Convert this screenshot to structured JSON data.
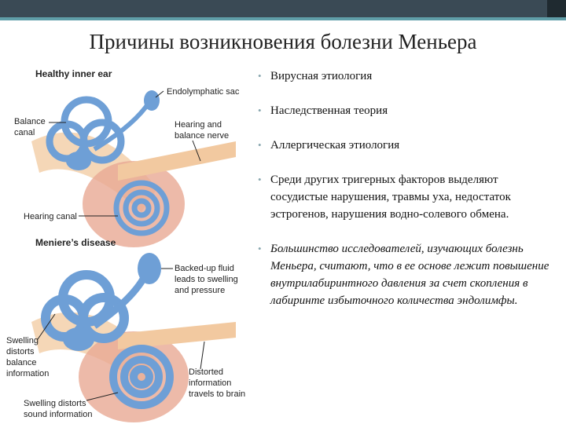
{
  "colors": {
    "topbar": "#3a4a55",
    "accent": "#5f9ea8",
    "bone": "#f2c9a0",
    "duct": "#6e9fd6",
    "cochlea_bg": "#e8a993"
  },
  "slide": {
    "title": "Причины возникновения болезни Меньера"
  },
  "figure": {
    "healthy_heading": "Healthy inner ear",
    "endolymphatic": "Endolymphatic sac",
    "balance_canal": [
      "Balance",
      "canal"
    ],
    "hearing_nerve": [
      "Hearing and",
      "balance nerve"
    ],
    "hearing_canal": "Hearing canal",
    "meniere_heading": "Meniere’s disease",
    "backed_up": [
      "Backed-up fluid",
      "leads to swelling",
      "and pressure"
    ],
    "swelling_balance": [
      "Swelling",
      "distorts",
      "balance",
      "information"
    ],
    "distorted": [
      "Distorted",
      "information",
      "travels to brain"
    ],
    "swelling_sound": [
      "Swelling distorts",
      "sound information"
    ]
  },
  "bullets": [
    {
      "text": "Вирусная этиология",
      "italic": false
    },
    {
      "text": "Наследственная теория",
      "italic": false
    },
    {
      "text": "Аллергическая этиология",
      "italic": false
    },
    {
      "text": "Среди других тригерных факторов выделяют сосудистые нарушения, травмы уха, недостаток эстрогенов, нарушения водно-солевого обмена.",
      "italic": false
    },
    {
      "text": "Большинство исследователей, изучающих болезнь Меньера, считают, что в ее основе лежит повышение внутрилабиринтного давления за счет скопления в лабиринте избыточного количества эндолимфы.",
      "italic": true
    }
  ]
}
